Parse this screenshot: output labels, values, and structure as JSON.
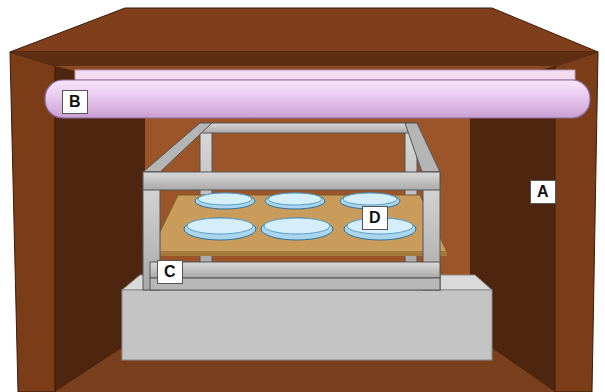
{
  "diagram": {
    "labels": [
      "B",
      "A",
      "D",
      "C"
    ]
  }
}
